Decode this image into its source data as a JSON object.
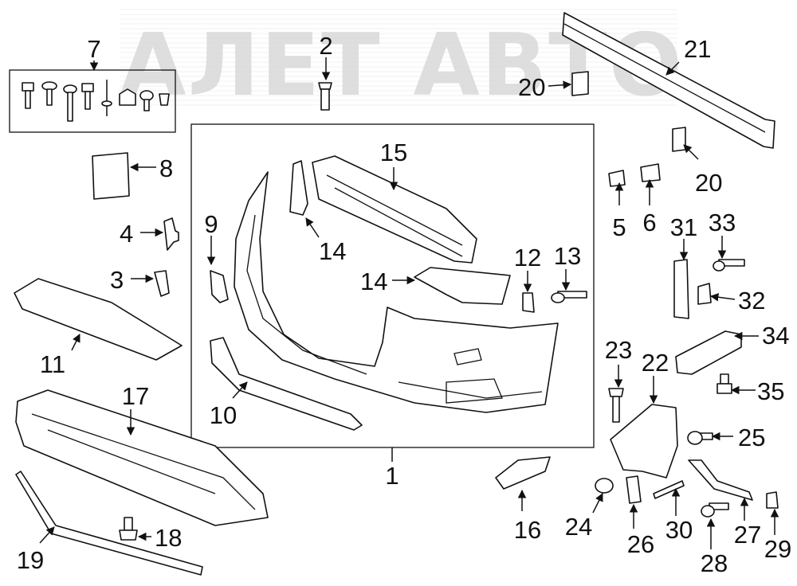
{
  "watermark": "АЛЕТ АВТО",
  "colors": {
    "line": "#111111",
    "watermark": "#d9d9d9",
    "background": "#ffffff"
  },
  "callouts": {
    "c1": "1",
    "c2": "2",
    "c3": "3",
    "c4": "4",
    "c5": "5",
    "c6": "6",
    "c7": "7",
    "c8": "8",
    "c9": "9",
    "c10": "10",
    "c11": "11",
    "c12": "12",
    "c13": "13",
    "c14a": "14",
    "c14b": "14",
    "c15": "15",
    "c16": "16",
    "c17": "17",
    "c18": "18",
    "c19": "19",
    "c20a": "20",
    "c20b": "20",
    "c21": "21",
    "c22": "22",
    "c23": "23",
    "c24": "24",
    "c25": "25",
    "c26": "26",
    "c27": "27",
    "c28": "28",
    "c29": "29",
    "c30": "30",
    "c31": "31",
    "c32": "32",
    "c33": "33",
    "c34": "34",
    "c35": "35"
  }
}
